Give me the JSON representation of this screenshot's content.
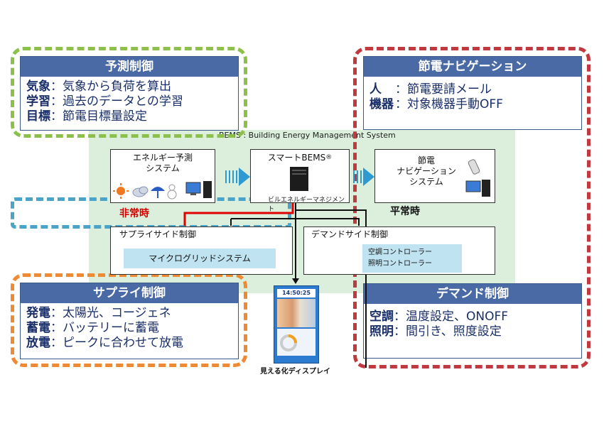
{
  "system_title": "BEMS : Building Energy Management System",
  "forecast_control": {
    "title": "予測制御",
    "rows": [
      {
        "key": "気象",
        "value": "：気象から負荷を算出"
      },
      {
        "key": "学習",
        "value": "：過去のデータとの学習"
      },
      {
        "key": "目標",
        "value": "：節電目標量設定"
      }
    ]
  },
  "saving_navigation": {
    "title": "節電ナビゲーション",
    "rows": [
      {
        "key": "人",
        "value": "：節電要請メール"
      },
      {
        "key": "機器",
        "value": "：対象機器手動OFF"
      }
    ]
  },
  "supply_control": {
    "title": "サプライ制御",
    "rows": [
      {
        "key": "発電",
        "value": "：太陽光、コージェネ"
      },
      {
        "key": "蓄電",
        "value": "：バッテリーに蓄電"
      },
      {
        "key": "放電",
        "value": "：ピークに合わせて放電"
      }
    ]
  },
  "demand_control": {
    "title": "デマンド制御",
    "rows": [
      {
        "key": "空調",
        "value": "：温度設定、ONOFF"
      },
      {
        "key": "照明",
        "value": "：間引き、照度設定"
      }
    ]
  },
  "energy_forecast_system": {
    "title_line1": "エネルギー予測",
    "title_line2": "システム"
  },
  "smart_bems": {
    "title": "スマートBEMS",
    "reg": "®",
    "sub": "ビルエネルギーマネジメント"
  },
  "saving_nav_system": {
    "line1": "節電",
    "line2": "ナビゲーション",
    "line3": "システム"
  },
  "emergency_label": "非常時",
  "normal_label": "平常時",
  "supply_side": {
    "title": "サプライサイド制御",
    "inner": "マイクログリッドシステム"
  },
  "demand_side": {
    "title": "デマンドサイド制御",
    "inner_line1": "空調コントローラー",
    "inner_line2": "照明コントローラー"
  },
  "display": {
    "caption": "見える化ディスプレイ",
    "clock": "14:50:25"
  },
  "colors": {
    "green": "#8dc04a",
    "red": "#c0393f",
    "orange": "#ee8a34",
    "blue_dash": "#4aa3c9",
    "header": "#4a6aa5",
    "bg_green": "#dcefdc"
  }
}
